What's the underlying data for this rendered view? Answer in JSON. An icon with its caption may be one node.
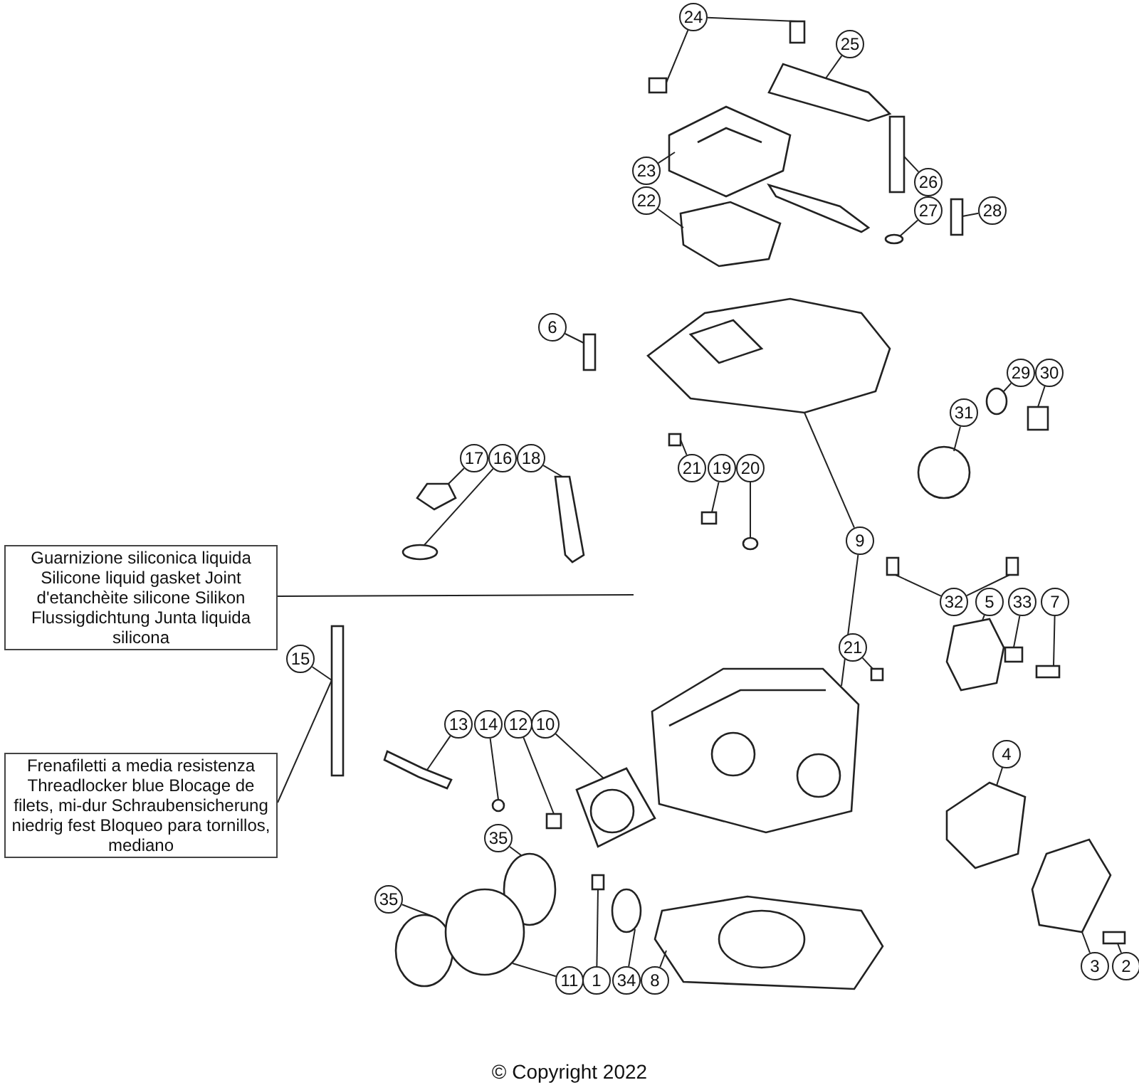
{
  "diagram": {
    "caption": "© Copyright 2022",
    "nodes": [
      {
        "text": [
          "24"
        ]
      },
      {
        "text": [
          "25"
        ]
      },
      {
        "text": [
          "23"
        ]
      },
      {
        "text": [
          "22"
        ]
      },
      {
        "text": [
          "26"
        ]
      },
      {
        "text": [
          "27"
        ]
      },
      {
        "text": [
          "28"
        ]
      },
      {
        "text": [
          "6"
        ]
      },
      {
        "text": [
          "29"
        ]
      },
      {
        "text": [
          "30"
        ]
      },
      {
        "text": [
          "31"
        ]
      },
      {
        "text": [
          "17"
        ]
      },
      {
        "text": [
          "16"
        ]
      },
      {
        "text": [
          "18"
        ]
      },
      {
        "text": [
          "21"
        ]
      },
      {
        "text": [
          "19"
        ]
      },
      {
        "text": [
          "20"
        ]
      },
      {
        "text": [
          "9"
        ]
      },
      {
        "text": [
          "Guarnizione siliconica liquida Silicone liquid gasket Joint d'etanchèite silicone Silikon Flussigdichtung Junta liquida silicona"
        ]
      },
      {
        "text": [
          "32"
        ]
      },
      {
        "text": [
          "5"
        ]
      },
      {
        "text": [
          "33"
        ]
      },
      {
        "text": [
          "7"
        ]
      },
      {
        "text": [
          "21"
        ]
      },
      {
        "text": [
          "15"
        ]
      },
      {
        "text": [
          "13"
        ]
      },
      {
        "text": [
          "14"
        ]
      },
      {
        "text": [
          "12"
        ]
      },
      {
        "text": [
          "10"
        ]
      },
      {
        "text": [
          "4"
        ]
      },
      {
        "text": [
          "Frenafiletti a media resistenza Threadlocker blue Blocage de filets, mi-dur Schraubensicherung niedrig fest Bloqueo para tornillos, mediano"
        ]
      },
      {
        "text": [
          "35"
        ]
      },
      {
        "text": [
          "35"
        ]
      },
      {
        "text": [
          "11"
        ]
      },
      {
        "text": [
          "1"
        ]
      },
      {
        "text": [
          "34"
        ]
      },
      {
        "text": [
          "8"
        ]
      },
      {
        "text": [
          "3"
        ]
      },
      {
        "text": [
          "2"
        ]
      },
      {
        "text": [],
        "shape": "box"
      },
      {
        "text": [],
        "shape": "box"
      },
      {
        "text": [],
        "shape": "picture"
      },
      {
        "text": [],
        "shape": "picture"
      },
      {
        "text": [],
        "shape": "picture"
      },
      {
        "text": [],
        "shape": "box"
      },
      {
        "text": [],
        "shape": "circle"
      },
      {
        "text": [],
        "shape": "box"
      },
      {
        "text": [],
        "shape": "box"
      },
      {
        "text": [],
        "shape": "circle"
      },
      {
        "text": [],
        "shape": "box"
      },
      {
        "text": [],
        "shape": "circle"
      },
      {
        "text": [],
        "shape": "picture"
      },
      {
        "text": [],
        "shape": "circle"
      },
      {
        "text": [],
        "shape": "picture"
      },
      {
        "text": [],
        "shape": "box"
      },
      {
        "text": [],
        "shape": "box"
      },
      {
        "text": [],
        "shape": "circle"
      },
      {
        "text": [],
        "shape": "picture"
      },
      {
        "text": [],
        "shape": "picture"
      },
      {
        "text": [],
        "shape": "box"
      },
      {
        "text": [],
        "shape": "box"
      },
      {
        "text": [],
        "shape": "picture"
      },
      {
        "text": [],
        "shape": "box"
      },
      {
        "text": [],
        "shape": "box"
      },
      {
        "text": [],
        "shape": "box"
      },
      {
        "text": [],
        "shape": "box"
      },
      {
        "text": [],
        "shape": "picture"
      },
      {
        "text": [],
        "shape": "circle"
      },
      {
        "text": [],
        "shape": "box"
      },
      {
        "text": [],
        "shape": "picture"
      },
      {
        "text": [],
        "shape": "picture"
      },
      {
        "text": [],
        "shape": "circle"
      },
      {
        "text": [],
        "shape": "circle"
      },
      {
        "text": [],
        "shape": "circle"
      },
      {
        "text": [],
        "shape": "box"
      },
      {
        "text": [],
        "shape": "circle"
      },
      {
        "text": [],
        "shape": "picture"
      },
      {
        "text": [],
        "shape": "picture"
      },
      {
        "text": [],
        "shape": "box"
      }
    ],
    "edges": [
      {
        "from": 0,
        "to": 39,
        "arrow": "none"
      },
      {
        "from": 0,
        "to": 40,
        "arrow": "none"
      },
      {
        "from": 1,
        "to": 41,
        "arrow": "none"
      },
      {
        "from": 2,
        "to": 42,
        "arrow": "none"
      },
      {
        "from": 3,
        "to": 43,
        "arrow": "none"
      },
      {
        "from": 4,
        "to": 44,
        "arrow": "none"
      },
      {
        "from": 5,
        "to": 45,
        "arrow": "none"
      },
      {
        "from": 6,
        "to": 46,
        "arrow": "none"
      },
      {
        "from": 7,
        "to": 47,
        "arrow": "none"
      },
      {
        "from": 8,
        "to": 48,
        "arrow": "none"
      },
      {
        "from": 9,
        "to": 49,
        "arrow": "none"
      },
      {
        "from": 10,
        "to": 50,
        "arrow": "none"
      },
      {
        "from": 11,
        "to": 51,
        "arrow": "none"
      },
      {
        "from": 12,
        "to": 52,
        "arrow": "none"
      },
      {
        "from": 13,
        "to": 53,
        "arrow": "none"
      },
      {
        "from": 14,
        "to": 54,
        "arrow": "none"
      },
      {
        "from": 15,
        "to": 55,
        "arrow": "none"
      },
      {
        "from": 16,
        "to": 56,
        "arrow": "none"
      },
      {
        "from": 17,
        "to": 57,
        "arrow": "none"
      },
      {
        "from": 17,
        "to": 58,
        "arrow": "none"
      },
      {
        "from": 18,
        "to": null,
        "arrow": "none"
      },
      {
        "from": 19,
        "to": 59,
        "arrow": "none"
      },
      {
        "from": 19,
        "to": 60,
        "arrow": "none"
      },
      {
        "from": 20,
        "to": 61,
        "arrow": "none"
      },
      {
        "from": 21,
        "to": 62,
        "arrow": "none"
      },
      {
        "from": 22,
        "to": 63,
        "arrow": "none"
      },
      {
        "from": 23,
        "to": 64,
        "arrow": "none"
      },
      {
        "from": 24,
        "to": 65,
        "arrow": "none"
      },
      {
        "from": 25,
        "to": 66,
        "arrow": "none"
      },
      {
        "from": 26,
        "to": 67,
        "arrow": "none"
      },
      {
        "from": 27,
        "to": 68,
        "arrow": "none"
      },
      {
        "from": 28,
        "to": 69,
        "arrow": "none"
      },
      {
        "from": 29,
        "to": 70,
        "arrow": "none"
      },
      {
        "from": 30,
        "to": 65,
        "arrow": "none"
      },
      {
        "from": 31,
        "to": 71,
        "arrow": "none"
      },
      {
        "from": 32,
        "to": 72,
        "arrow": "none"
      },
      {
        "from": 33,
        "to": 73,
        "arrow": "none"
      },
      {
        "from": 34,
        "to": 74,
        "arrow": "none"
      },
      {
        "from": 35,
        "to": 75,
        "arrow": "none"
      },
      {
        "from": 36,
        "to": 76,
        "arrow": "none"
      },
      {
        "from": 37,
        "to": 77,
        "arrow": "none"
      },
      {
        "from": 38,
        "to": 78,
        "arrow": "none"
      }
    ]
  }
}
